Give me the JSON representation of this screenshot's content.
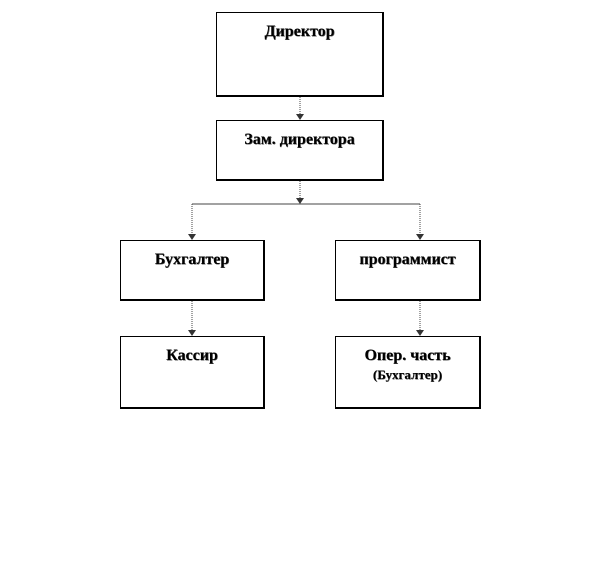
{
  "nodes": {
    "director": {
      "title": "Директор"
    },
    "deputy": {
      "title": "Зам. директора"
    },
    "accountant": {
      "title": "Бухгалтер"
    },
    "programmer": {
      "title": "программист"
    },
    "cashier": {
      "title": "Кассир"
    },
    "operations": {
      "title": "Опер. часть",
      "subtitle": "(Бухгалтер)"
    }
  },
  "colors": {
    "border": "#000000",
    "connector": "#444444",
    "background": "#ffffff"
  }
}
